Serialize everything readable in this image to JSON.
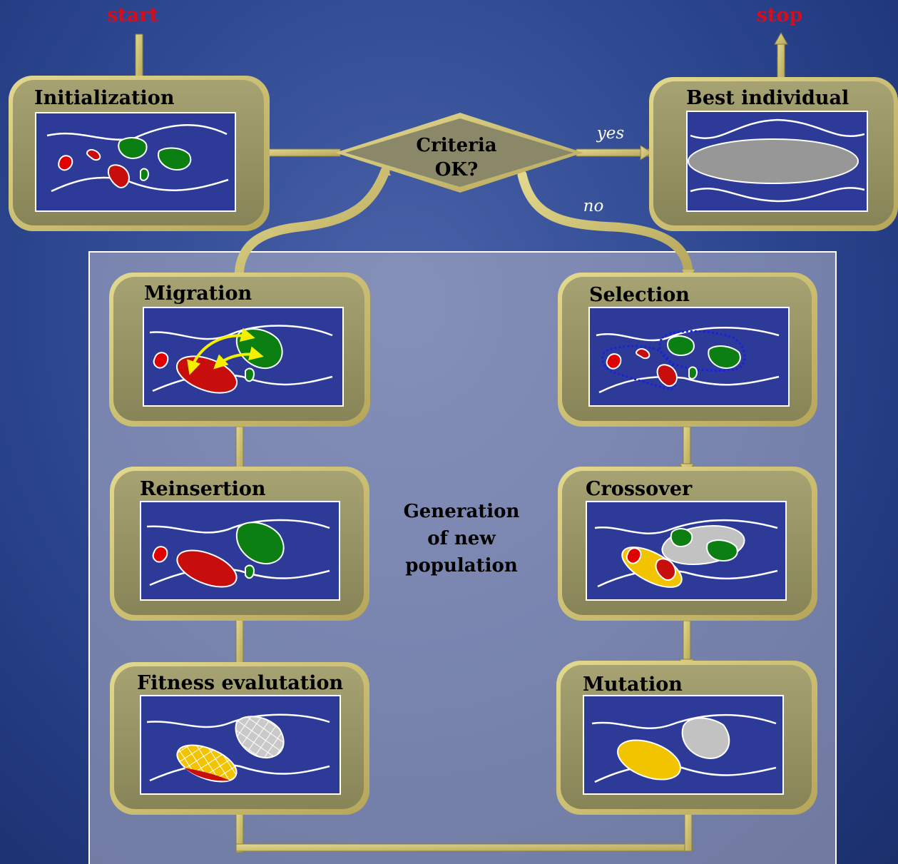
{
  "flow": {
    "start": "start",
    "stop": "stop"
  },
  "decision": {
    "line1": "Criteria",
    "line2": "OK?"
  },
  "edges": {
    "yes": "yes",
    "no": "no"
  },
  "center_caption": {
    "line1": "Generation",
    "line2": "of new",
    "line3": "population"
  },
  "panels": {
    "initialization": "Initialization",
    "best_individual": "Best individual",
    "migration": "Migration",
    "selection": "Selection",
    "reinsertion": "Reinsertion",
    "crossover": "Crossover",
    "fitness": "Fitness evalutation",
    "mutation": "Mutation"
  },
  "colors": {
    "panel_frame": "#8f8d63",
    "panel_inner": "#2e3a98",
    "red_start_stop": "#d10f1f",
    "green_individual": "#0c7f12",
    "red_individual": "#c80d0d",
    "yellow_individual": "#f2c400",
    "gray_individual": "#b8b8b8"
  }
}
